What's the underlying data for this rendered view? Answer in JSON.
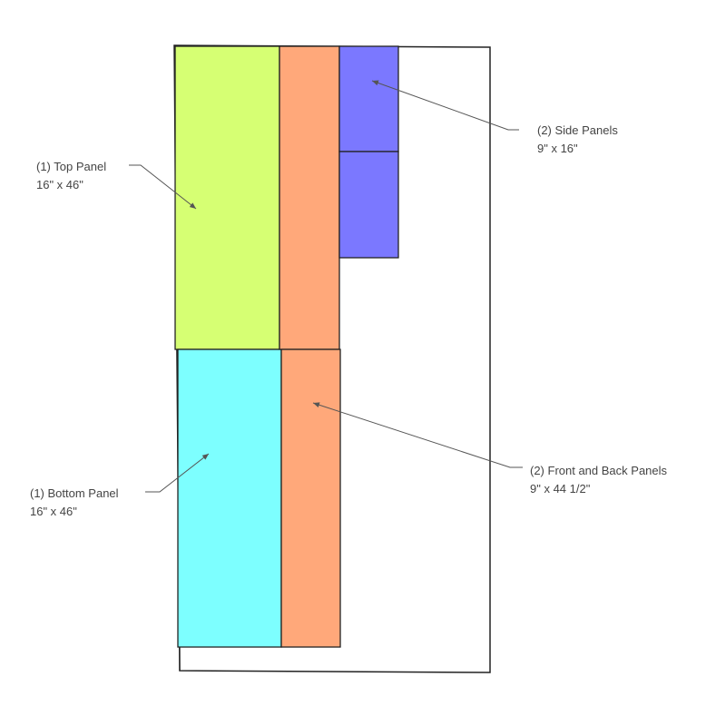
{
  "colors": {
    "sheet_fill": "#ffffff",
    "outline": "#222222",
    "top_panel": "#d6ff73",
    "bottom_panel": "#7dffff",
    "front_back_panels": "#ffa87a",
    "side_panels": "#7b78ff",
    "leader_line": "#555555",
    "label_text": "#444444"
  },
  "labels": {
    "top_panel": {
      "name": "(1) Top Panel",
      "size": "16\" x 46\""
    },
    "bottom_panel": {
      "name": "(1) Bottom Panel",
      "size": "16\" x 46\""
    },
    "side_panels": {
      "name": "(2) Side Panels",
      "size": "9\" x 16\""
    },
    "front_back_panels": {
      "name": "(2) Front and Back Panels",
      "size": "9\" x 44 1/2\""
    }
  }
}
